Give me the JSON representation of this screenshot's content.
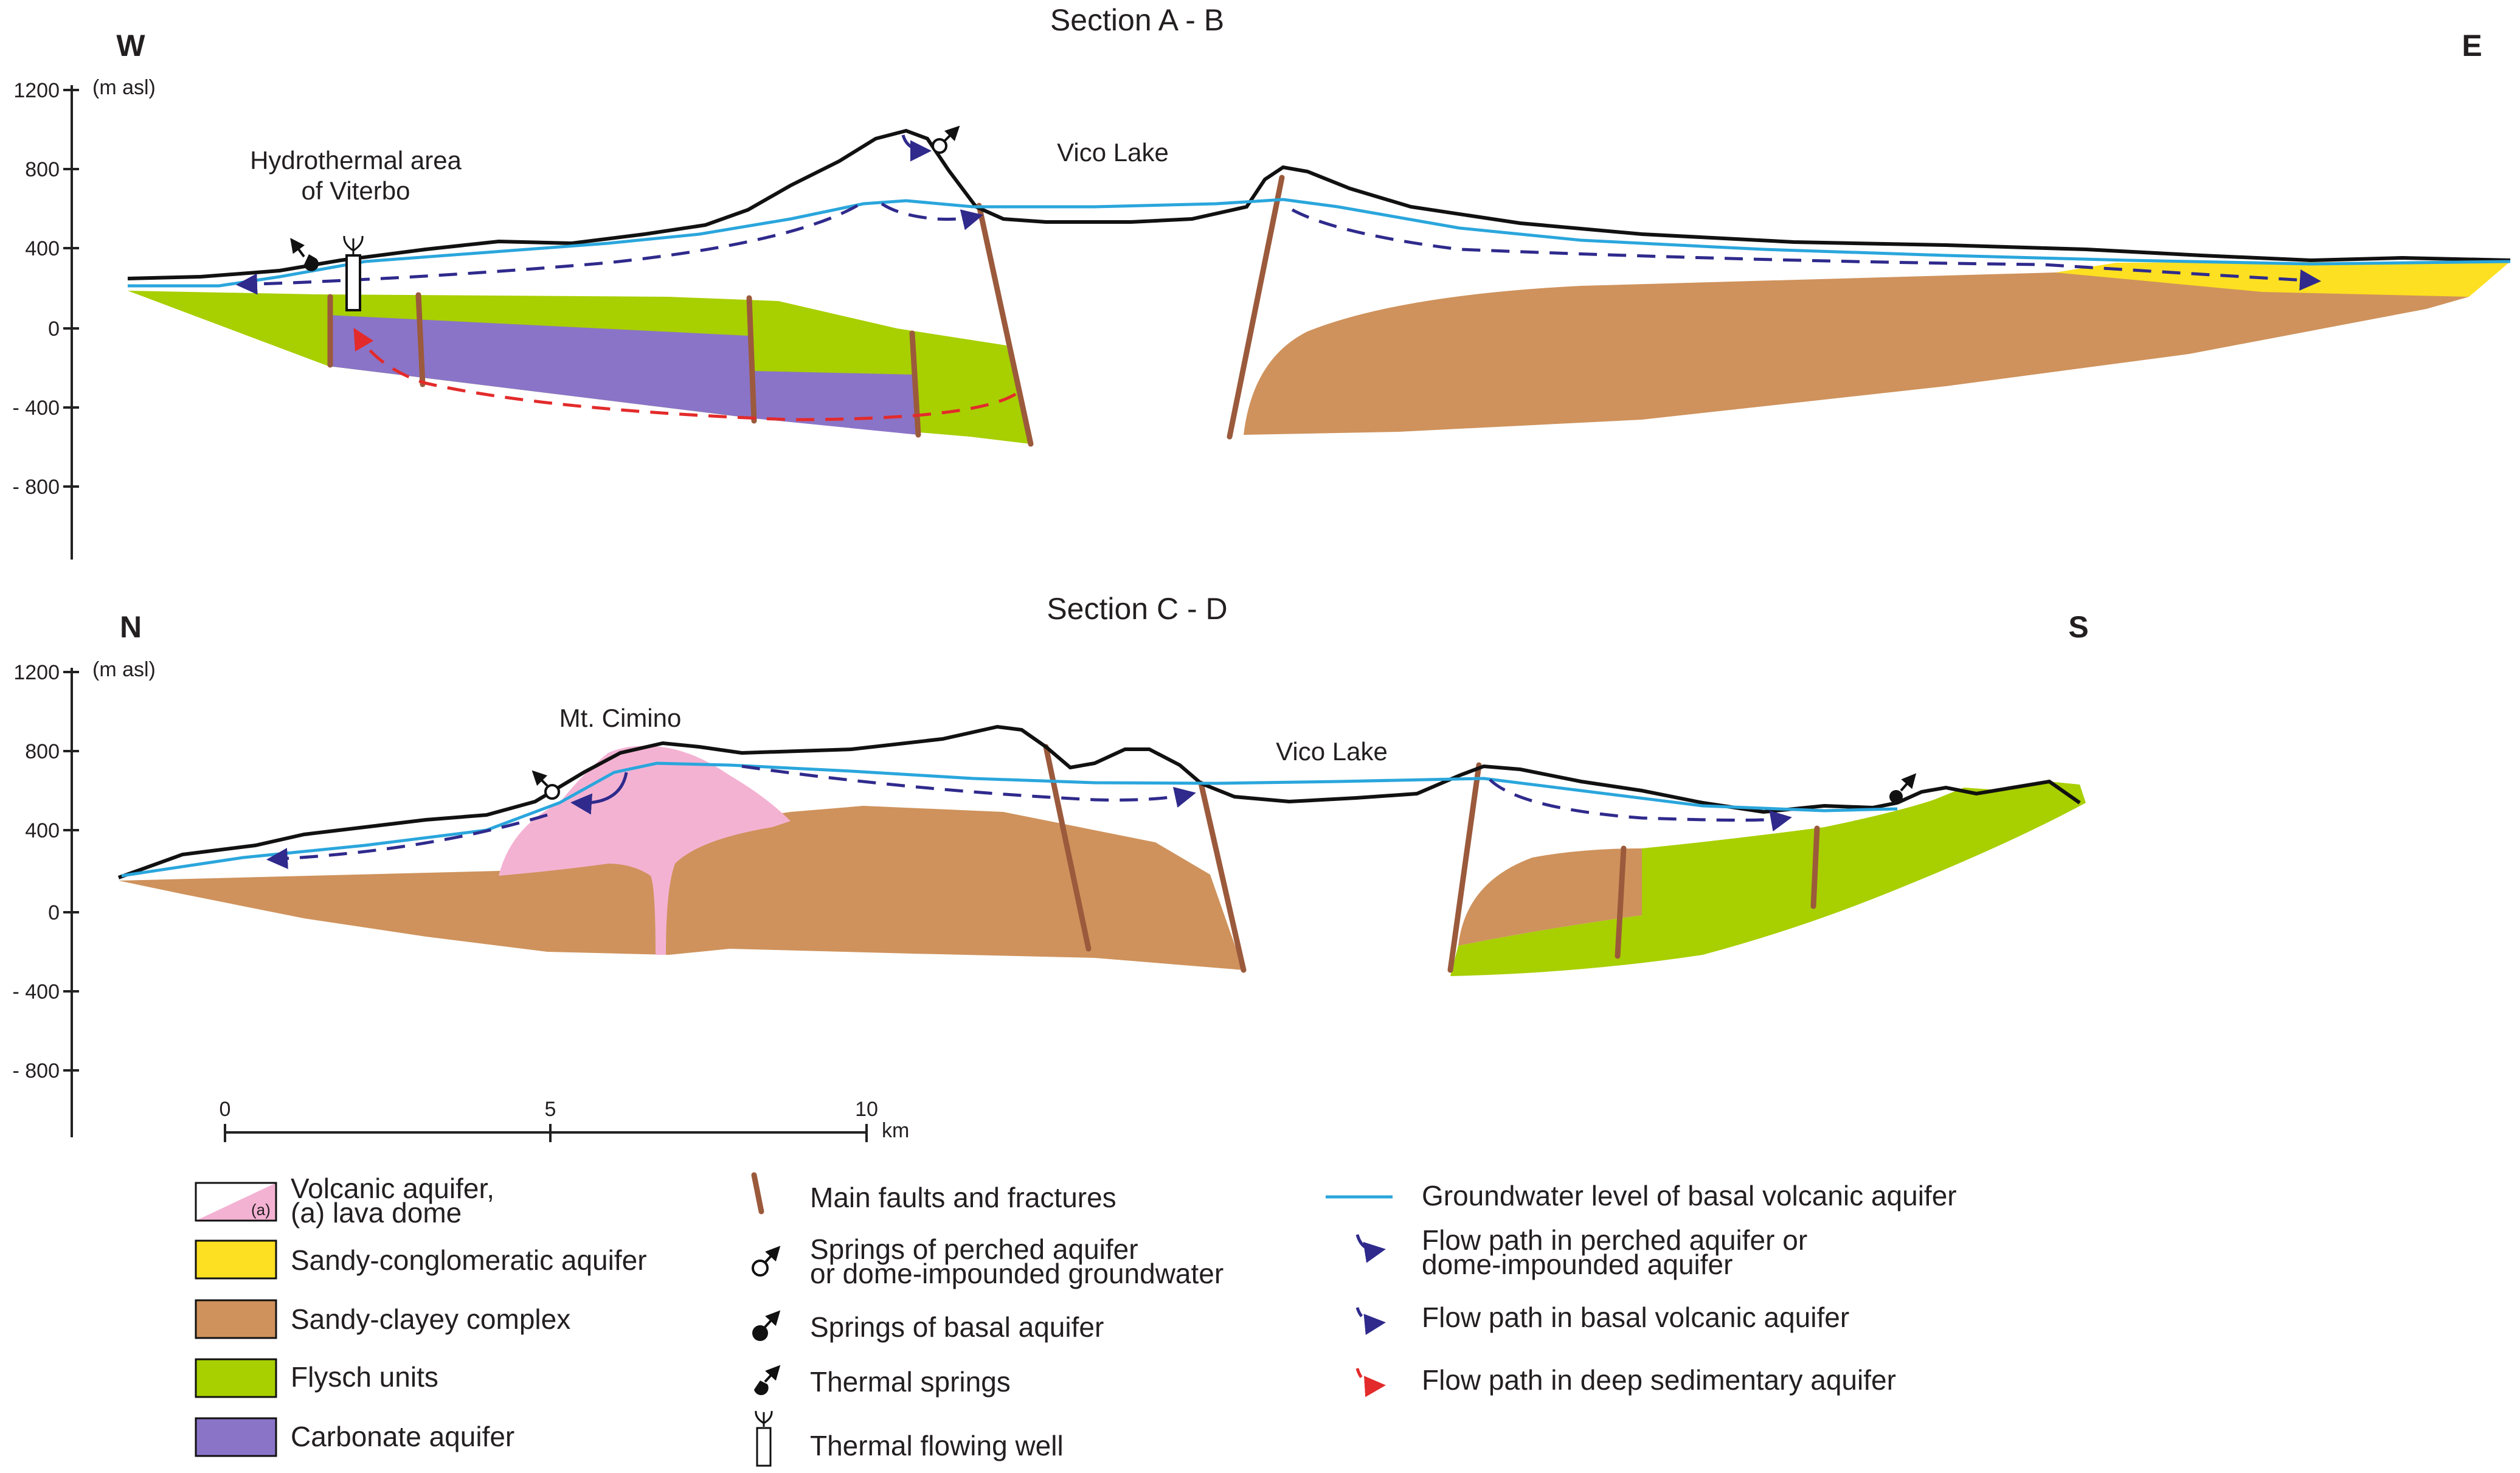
{
  "sections": [
    {
      "title": "Section A - B",
      "dir_left": "W",
      "dir_right": "E",
      "unit": "(m asl)",
      "labels": {
        "hydro_line1": "Hydrothermal area",
        "hydro_line2": "of Viterbo",
        "lake": "Vico Lake"
      }
    },
    {
      "title": "Section C - D",
      "dir_left": "N",
      "dir_right": "S",
      "unit": "(m asl)",
      "labels": {
        "peak": "Mt. Cimino",
        "lake": "Vico Lake"
      }
    }
  ],
  "elevation_ticks": [
    "1200",
    "800",
    "400",
    "0",
    "- 400",
    "- 800"
  ],
  "scale_bar": {
    "ticks": [
      "0",
      "5",
      "10"
    ],
    "unit": "km"
  },
  "legend": {
    "volcanic": {
      "line1": "Volcanic aquifer,",
      "line2": "(a) lava dome",
      "swatch_tag": "(a)"
    },
    "sandy_conglomeratic": "Sandy-conglomeratic aquifer",
    "sandy_clayey": "Sandy-clayey complex",
    "flysch": "Flysch units",
    "carbonate": "Carbonate aquifer",
    "faults": "Main faults and fractures",
    "perched_springs": {
      "line1": "Springs of perched aquifer",
      "line2": "or dome-impounded groundwater"
    },
    "basal_springs": "Springs of basal aquifer",
    "thermal_springs": "Thermal springs",
    "thermal_well": "Thermal flowing well",
    "groundwater_level": "Groundwater level of basal volcanic aquifer",
    "perched_flow": {
      "line1": "Flow path in perched aquifer or",
      "line2": "dome-impounded aquifer"
    },
    "basal_flow": "Flow path in basal volcanic aquifer",
    "deep_flow": "Flow path in deep sedimentary aquifer"
  },
  "colors": {
    "flysch": "#a8cf00",
    "carbonate": "#8a74c8",
    "sandy_clayey": "#cf925c",
    "sandy_conglomeratic": "#fde021",
    "lava_dome": "#f4b2d3",
    "fault": "#9b5a3c",
    "groundwater": "#2aa6dc",
    "basal_flow": "#2f2a8c",
    "deep_flow": "#e32b2b",
    "topography": "#111111"
  }
}
